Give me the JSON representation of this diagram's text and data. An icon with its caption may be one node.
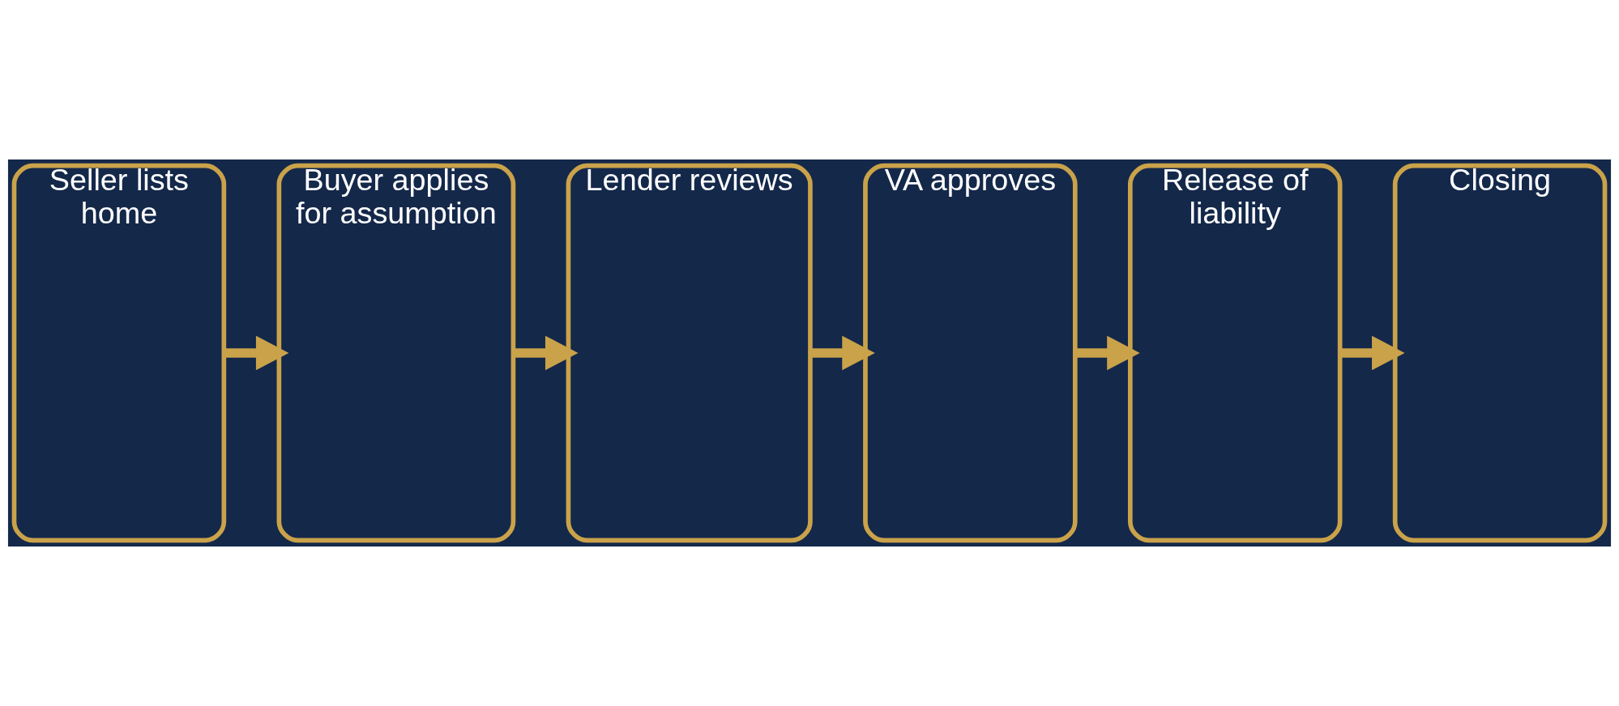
{
  "diagram": {
    "nodes": [
      {
        "text": [
          "Seller lists home"
        ]
      },
      {
        "text": [
          "Buyer applies for assumption"
        ]
      },
      {
        "text": [
          "Lender reviews"
        ]
      },
      {
        "text": [
          "VA approves"
        ]
      },
      {
        "text": [
          "Release of liability"
        ]
      },
      {
        "text": [
          "Closing"
        ]
      }
    ],
    "edges": [
      {
        "from": 0,
        "to": 1,
        "arrow": "to"
      },
      {
        "from": 1,
        "to": 2,
        "arrow": "to"
      },
      {
        "from": 2,
        "to": 3,
        "arrow": "to"
      },
      {
        "from": 3,
        "to": 4,
        "arrow": "to"
      },
      {
        "from": 4,
        "to": 5,
        "arrow": "to"
      }
    ]
  }
}
